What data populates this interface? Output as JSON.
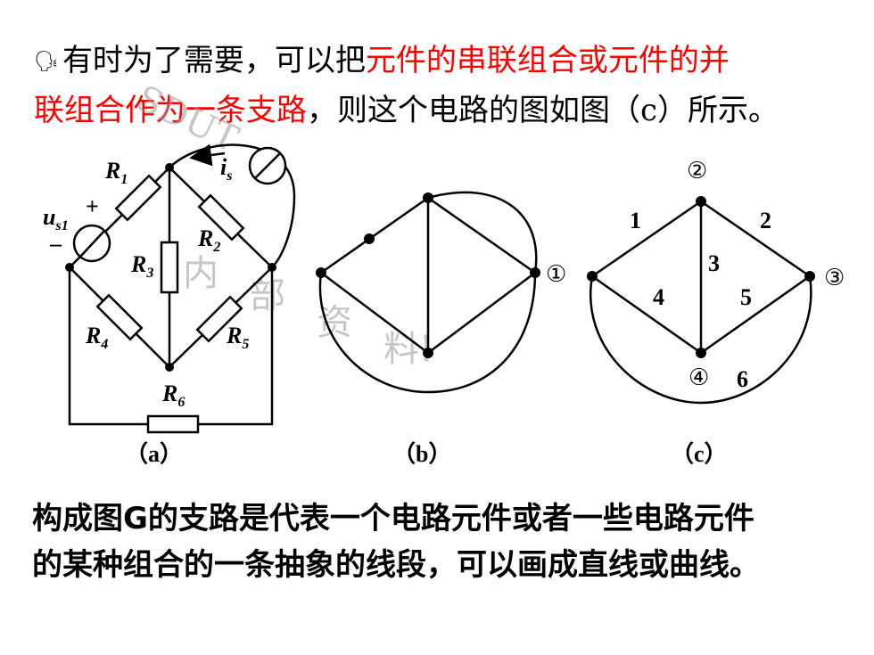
{
  "intro": {
    "bullet": "🗣",
    "line1_black": "有时为了需要，可以把",
    "line1_red": "元件的串联组合或元件的并",
    "line2_red": "联组合作为一条支路",
    "line2_black": "，则这个电路的图如图（c）所示。"
  },
  "watermark": {
    "top": "SDUT",
    "chars": [
      "内",
      "部",
      "资",
      "料!"
    ]
  },
  "circuit_a": {
    "caption": "（a）",
    "R1": "R",
    "R1_sub": "1",
    "R2": "R",
    "R2_sub": "2",
    "R3": "R",
    "R3_sub": "3",
    "R4": "R",
    "R4_sub": "4",
    "R5": "R",
    "R5_sub": "5",
    "R6": "R",
    "R6_sub": "6",
    "is": "i",
    "is_sub": "s",
    "us": "u",
    "us_sub": "s1",
    "plus": "+",
    "minus": "–"
  },
  "graph_b": {
    "caption": "（b）",
    "node1": "①"
  },
  "graph_c": {
    "caption": "（c）",
    "node2": "②",
    "node3": "③",
    "node4": "④",
    "branches": [
      "1",
      "2",
      "3",
      "4",
      "5",
      "6"
    ]
  },
  "conclusion": {
    "line1": "构成图G的支路是代表一个电路元件或者一些电路元件",
    "line2": "的某种组合的一条抽象的线段，可以画成直线或曲线。"
  }
}
